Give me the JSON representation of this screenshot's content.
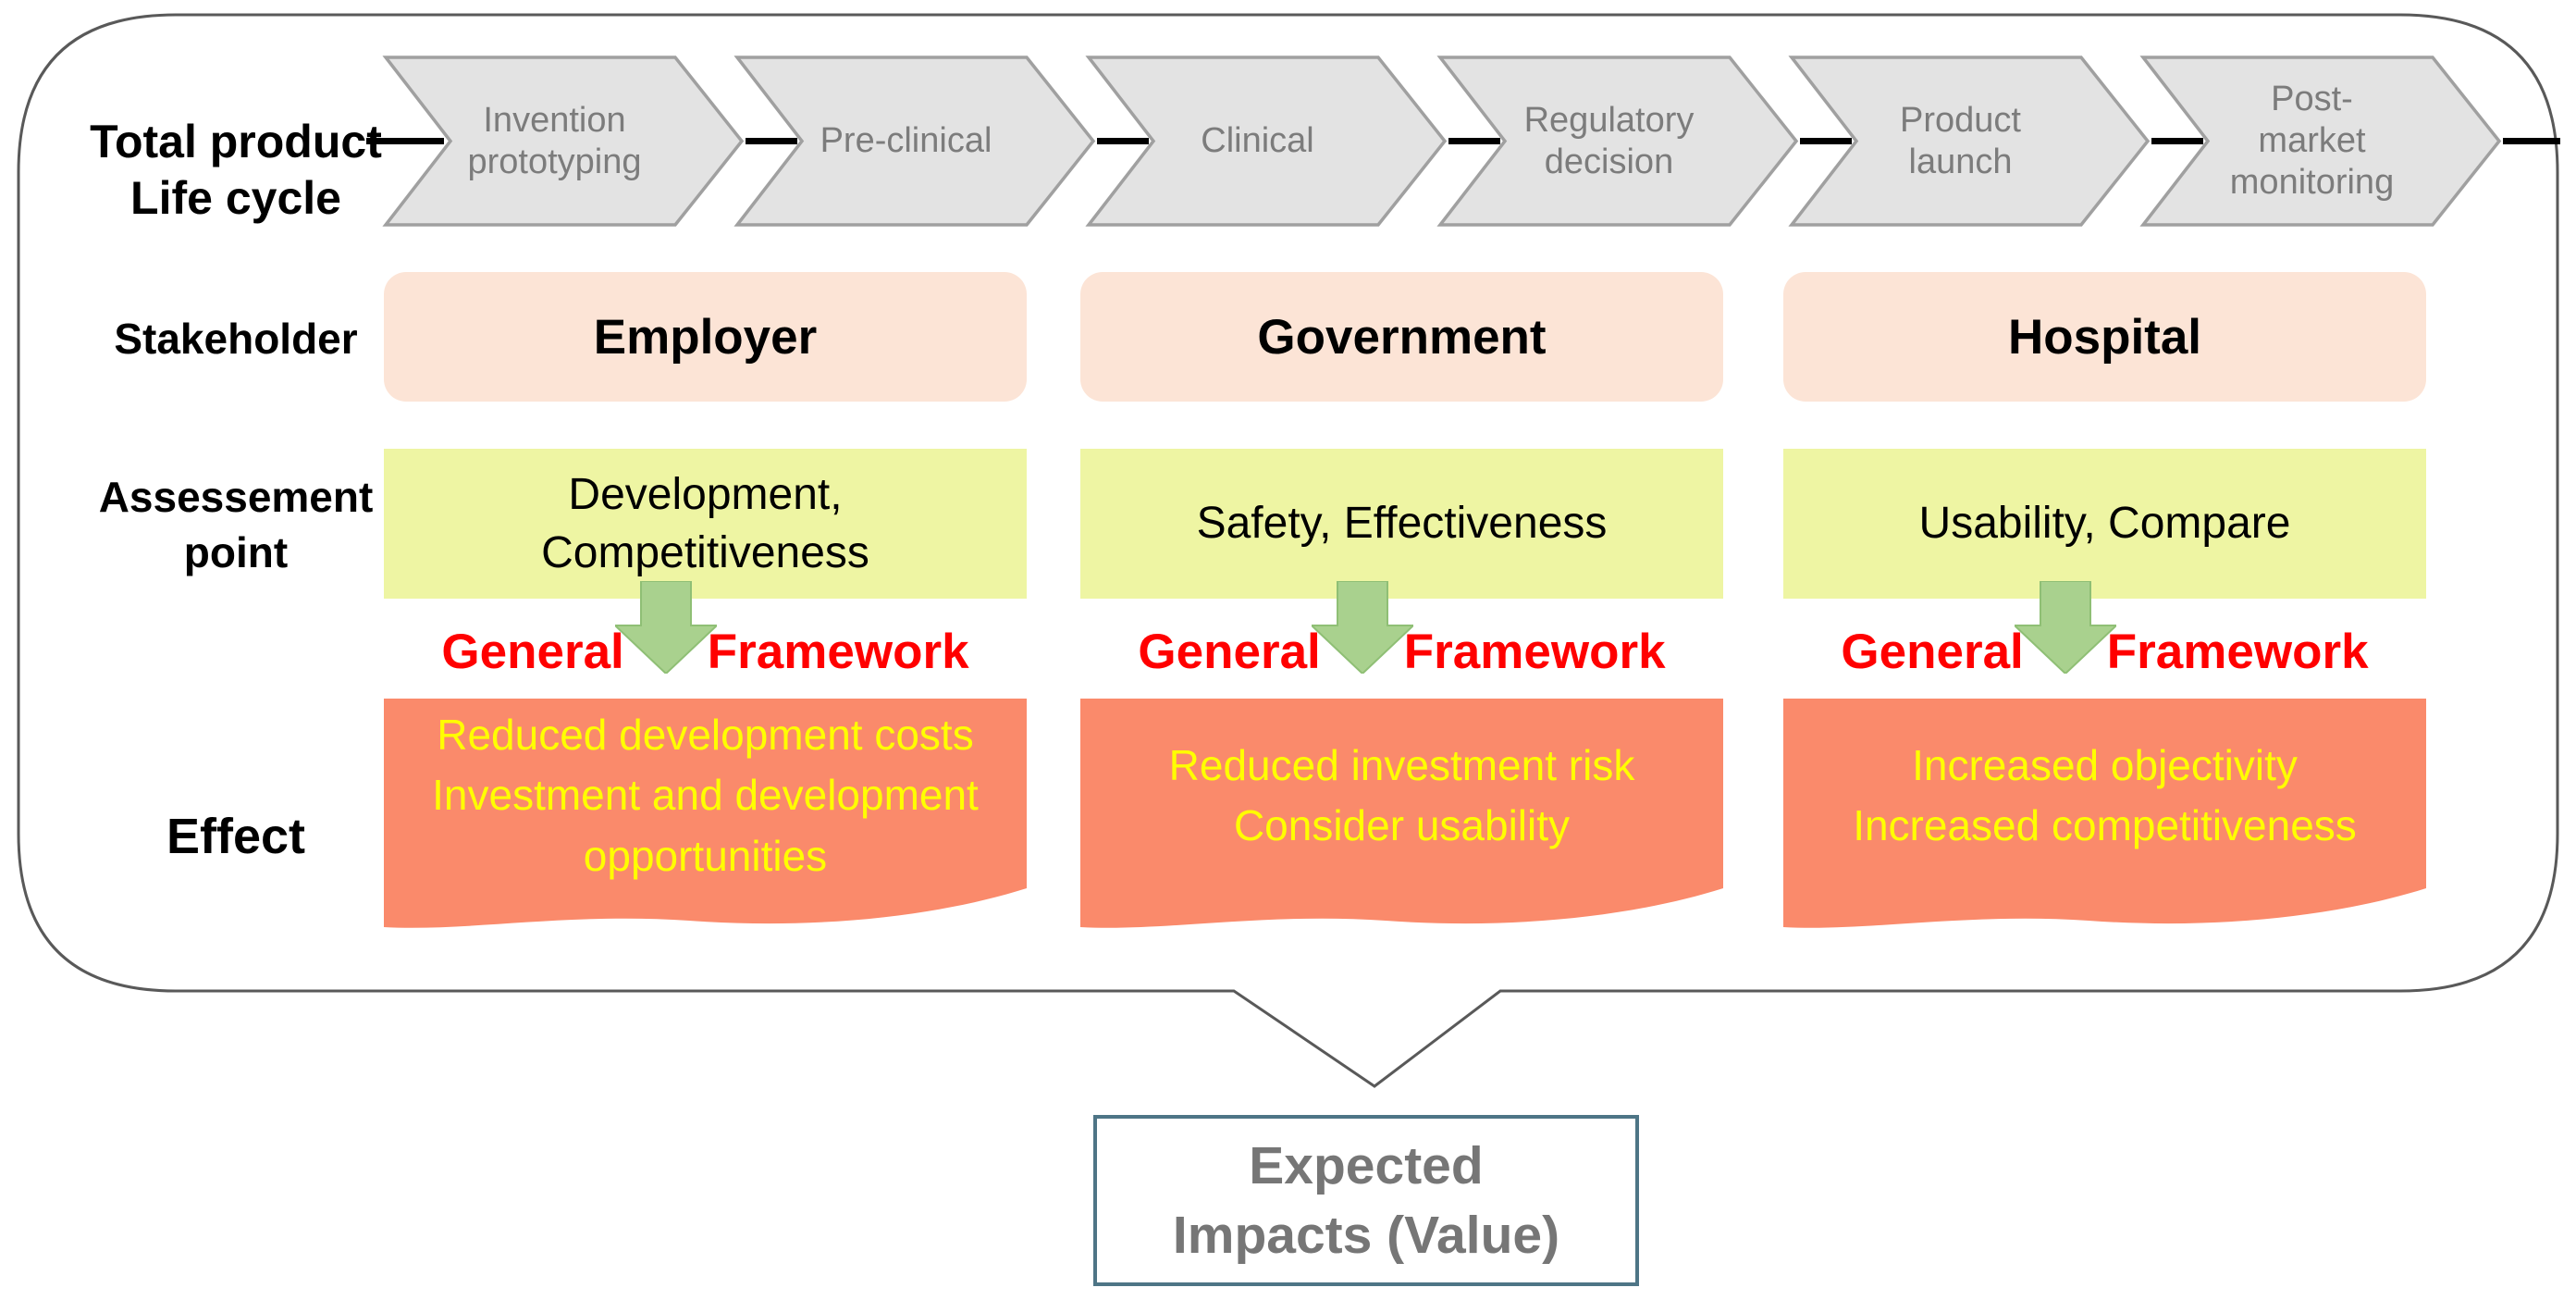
{
  "colors": {
    "bubble_border": "#595959",
    "chevron_fill": "#e3e3e3",
    "chevron_border": "#a0a0a0",
    "chevron_text": "#7c7c7c",
    "stakeholder_fill": "#fce4d6",
    "assessment_fill": "#eef5a3",
    "effect_fill": "#fa8a6b",
    "effect_text": "#ffff00",
    "framework_text": "#ff0000",
    "arrow_green": "#a9d18e",
    "arrow_green_border": "#8fbf75",
    "impacts_border": "#4e7586",
    "impacts_text": "#767676",
    "label_text": "#000000",
    "dash_color": "#000000"
  },
  "row_labels": {
    "lifecycle": "Total product\nLife cycle",
    "stakeholder": "Stakeholder",
    "assessment": "Assessement\npoint",
    "effect": "Effect"
  },
  "lifecycle_stages": [
    "Invention\nprototyping",
    "Pre-clinical",
    "Clinical",
    "Regulatory\ndecision",
    "Product\nlaunch",
    "Post-\nmarket\nmonitoring"
  ],
  "framework": {
    "word1": "General",
    "word2": "Framework"
  },
  "columns": [
    {
      "stakeholder": "Employer",
      "assessment_point": "Development,\nCompetitiveness",
      "effect": "Reduced development costs\nInvestment and development\nopportunities"
    },
    {
      "stakeholder": "Government",
      "assessment_point": "Safety, Effectiveness",
      "effect": "Reduced investment risk\nConsider usability"
    },
    {
      "stakeholder": "Hospital",
      "assessment_point": "Usability, Compare",
      "effect": "Increased objectivity\nIncreased competitiveness"
    }
  ],
  "expected_impacts": "Expected\nImpacts (Value)",
  "icons": {
    "framework_arrow": "green-down-arrow"
  }
}
